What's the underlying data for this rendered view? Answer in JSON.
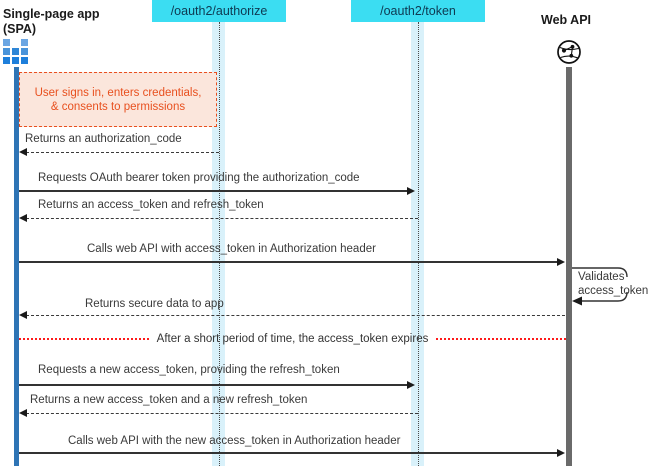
{
  "participants": {
    "spa": {
      "line1": "Single-page app",
      "line2": "(SPA)"
    },
    "authorize": {
      "label": "/oauth2/authorize"
    },
    "token": {
      "label": "/oauth2/token"
    },
    "webapi": {
      "label": "Web API"
    }
  },
  "note": {
    "text": "User signs in, enters credentials, & consents to permissions"
  },
  "messages": [
    {
      "label": "Returns an authorization_code",
      "type": "return-dashed",
      "from": "authorize",
      "to": "spa"
    },
    {
      "label": "Requests OAuth bearer token providing the authorization_code",
      "type": "request-solid",
      "from": "spa",
      "to": "token"
    },
    {
      "label": "Returns an access_token and refresh_token",
      "type": "return-dashed",
      "from": "token",
      "to": "spa"
    },
    {
      "label": "Calls web API with access_token in Authorization header",
      "type": "request-solid",
      "from": "spa",
      "to": "webapi"
    },
    {
      "label": "Validates access_token",
      "type": "self-call",
      "from": "webapi",
      "to": "webapi"
    },
    {
      "label": "Returns secure data to app",
      "type": "return-dashed",
      "from": "webapi",
      "to": "spa"
    },
    {
      "label": "After a short period of time, the access_token expires",
      "type": "divider"
    },
    {
      "label": "Requests a new access_token, providing the refresh_token",
      "type": "request-solid",
      "from": "spa",
      "to": "token"
    },
    {
      "label": "Returns a new access_token and a new refresh_token",
      "type": "return-dashed",
      "from": "token",
      "to": "spa"
    },
    {
      "label": "Calls web API with the new access_token in Authorization header",
      "type": "request-solid",
      "from": "spa",
      "to": "webapi"
    }
  ],
  "colors": {
    "accent": "#3bddf2",
    "endpoint_text": "#0e3a52",
    "band": "#d9f1fa",
    "spa_bar": "#2e74b5",
    "api_bar": "#6a6a6a",
    "orange": "#e8501f",
    "note_fill": "#fbe6dc",
    "red": "#ff1a1a",
    "line": "#3a3a3a",
    "text": "#3a3a3a"
  }
}
